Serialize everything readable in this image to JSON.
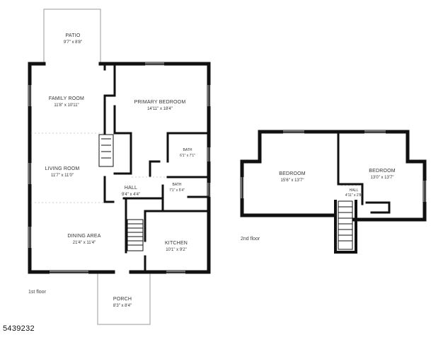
{
  "first_floor": {
    "label": "1st floor",
    "rooms": [
      {
        "id": "patio",
        "name": "PATIO",
        "dims": "9'7\" x 8'8\""
      },
      {
        "id": "family",
        "name": "FAMILY ROOM",
        "dims": "11'8\" x 10'11\""
      },
      {
        "id": "primary",
        "name": "PRIMARY BEDROOM",
        "dims": "14'11\" x 18'4\""
      },
      {
        "id": "bath1",
        "name": "BATH",
        "dims": "6'1\" x 7'1\""
      },
      {
        "id": "living",
        "name": "LIVING ROOM",
        "dims": "11'7\" x 11'0\""
      },
      {
        "id": "hall1",
        "name": "HALL",
        "dims": "9'4\" x 4'4\""
      },
      {
        "id": "bath2",
        "name": "BATH",
        "dims": "7'1\" x 5'4\""
      },
      {
        "id": "dining",
        "name": "DINING AREA",
        "dims": "21'4\" x 11'4\""
      },
      {
        "id": "kitchen",
        "name": "KITCHEN",
        "dims": "10'1\" x 9'2\""
      },
      {
        "id": "porch",
        "name": "PORCH",
        "dims": "8'3\" x 8'4\""
      }
    ]
  },
  "second_floor": {
    "label": "2nd floor",
    "rooms": [
      {
        "id": "bed1",
        "name": "BEDROOM",
        "dims": "15'6\" x 13'7\""
      },
      {
        "id": "bed2",
        "name": "BEDROOM",
        "dims": "13'0\" x 13'7\""
      },
      {
        "id": "hall2",
        "name": "HALL",
        "dims": "4'11\" x 2'8\""
      }
    ]
  },
  "listing_id": "5439232"
}
